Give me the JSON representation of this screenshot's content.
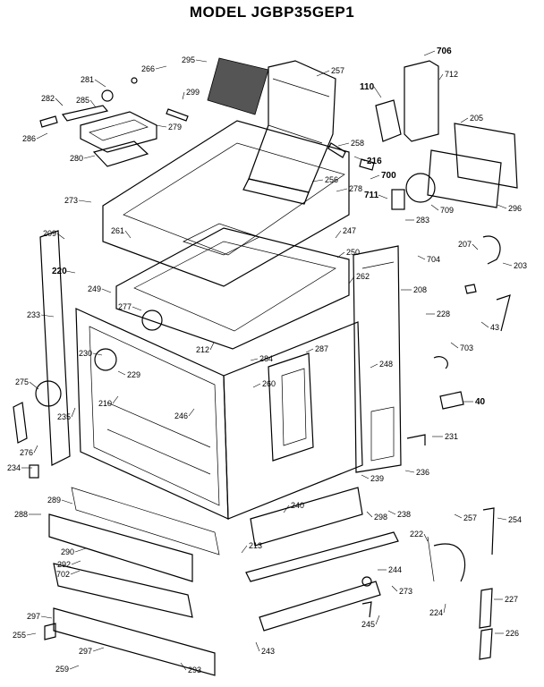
{
  "title": "MODEL JGBP35GEP1",
  "labels": [
    {
      "text": "266",
      "bold": false
    },
    {
      "text": "295",
      "bold": false
    },
    {
      "text": "257",
      "bold": false
    },
    {
      "text": "706",
      "bold": true
    },
    {
      "text": "712",
      "bold": false
    },
    {
      "text": "281",
      "bold": false
    },
    {
      "text": "110",
      "bold": true
    },
    {
      "text": "282",
      "bold": false
    },
    {
      "text": "285",
      "bold": false
    },
    {
      "text": "299",
      "bold": false
    },
    {
      "text": "205",
      "bold": false
    },
    {
      "text": "279",
      "bold": false
    },
    {
      "text": "286",
      "bold": false
    },
    {
      "text": "258",
      "bold": false
    },
    {
      "text": "216",
      "bold": true
    },
    {
      "text": "280",
      "bold": false
    },
    {
      "text": "700",
      "bold": true
    },
    {
      "text": "711",
      "bold": true
    },
    {
      "text": "256",
      "bold": false
    },
    {
      "text": "278",
      "bold": false
    },
    {
      "text": "709",
      "bold": false
    },
    {
      "text": "296",
      "bold": false
    },
    {
      "text": "273",
      "bold": false
    },
    {
      "text": "283",
      "bold": false
    },
    {
      "text": "209",
      "bold": false
    },
    {
      "text": "261",
      "bold": false
    },
    {
      "text": "247",
      "bold": false
    },
    {
      "text": "207",
      "bold": false
    },
    {
      "text": "250",
      "bold": false
    },
    {
      "text": "704",
      "bold": false
    },
    {
      "text": "203",
      "bold": false
    },
    {
      "text": "220",
      "bold": true
    },
    {
      "text": "262",
      "bold": false
    },
    {
      "text": "249",
      "bold": false
    },
    {
      "text": "208",
      "bold": false
    },
    {
      "text": "277",
      "bold": false
    },
    {
      "text": "233",
      "bold": false
    },
    {
      "text": "228",
      "bold": false
    },
    {
      "text": "43",
      "bold": false
    },
    {
      "text": "212",
      "bold": false
    },
    {
      "text": "287",
      "bold": false
    },
    {
      "text": "230",
      "bold": false
    },
    {
      "text": "284",
      "bold": false
    },
    {
      "text": "703",
      "bold": false
    },
    {
      "text": "229",
      "bold": false
    },
    {
      "text": "248",
      "bold": false
    },
    {
      "text": "275",
      "bold": false
    },
    {
      "text": "260",
      "bold": false
    },
    {
      "text": "40",
      "bold": true
    },
    {
      "text": "210",
      "bold": false
    },
    {
      "text": "246",
      "bold": false
    },
    {
      "text": "235",
      "bold": false
    },
    {
      "text": "231",
      "bold": false
    },
    {
      "text": "276",
      "bold": false
    },
    {
      "text": "234",
      "bold": false
    },
    {
      "text": "236",
      "bold": false
    },
    {
      "text": "239",
      "bold": false
    },
    {
      "text": "289",
      "bold": false
    },
    {
      "text": "288",
      "bold": false
    },
    {
      "text": "240",
      "bold": false
    },
    {
      "text": "298",
      "bold": false
    },
    {
      "text": "238",
      "bold": false
    },
    {
      "text": "257",
      "bold": false
    },
    {
      "text": "254",
      "bold": false
    },
    {
      "text": "290",
      "bold": false
    },
    {
      "text": "222",
      "bold": false
    },
    {
      "text": "213",
      "bold": false
    },
    {
      "text": "292",
      "bold": false
    },
    {
      "text": "702",
      "bold": false
    },
    {
      "text": "244",
      "bold": false
    },
    {
      "text": "273",
      "bold": false
    },
    {
      "text": "227",
      "bold": false
    },
    {
      "text": "297",
      "bold": false
    },
    {
      "text": "224",
      "bold": false
    },
    {
      "text": "255",
      "bold": false
    },
    {
      "text": "245",
      "bold": false
    },
    {
      "text": "226",
      "bold": false
    },
    {
      "text": "297",
      "bold": false
    },
    {
      "text": "243",
      "bold": false
    },
    {
      "text": "259",
      "bold": false
    },
    {
      "text": "293",
      "bold": false
    }
  ]
}
